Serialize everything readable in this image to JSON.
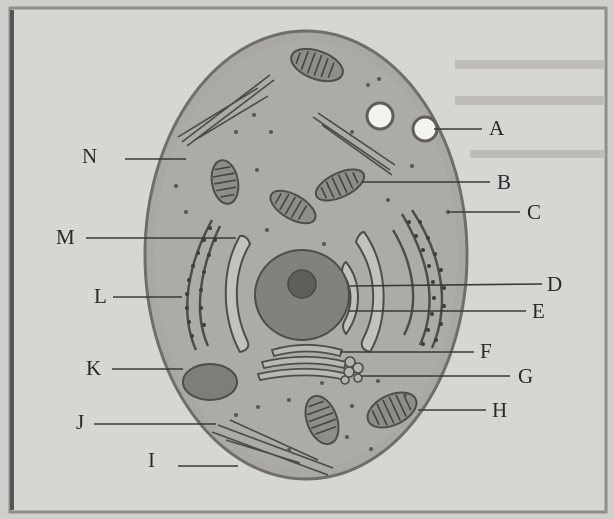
{
  "diagram": {
    "labels": {
      "A": "A",
      "B": "B",
      "C": "C",
      "D": "D",
      "E": "E",
      "F": "F",
      "G": "G",
      "H": "H",
      "I": "I",
      "J": "J",
      "K": "K",
      "L": "L",
      "M": "M",
      "N": "N"
    },
    "colors": {
      "paper": "#cfcfcb",
      "cell_fill": "#a9a8a4",
      "cell_edge": "#6f6e6a",
      "nucleus": "#7f7e7a",
      "line": "#3a3a3a"
    }
  }
}
